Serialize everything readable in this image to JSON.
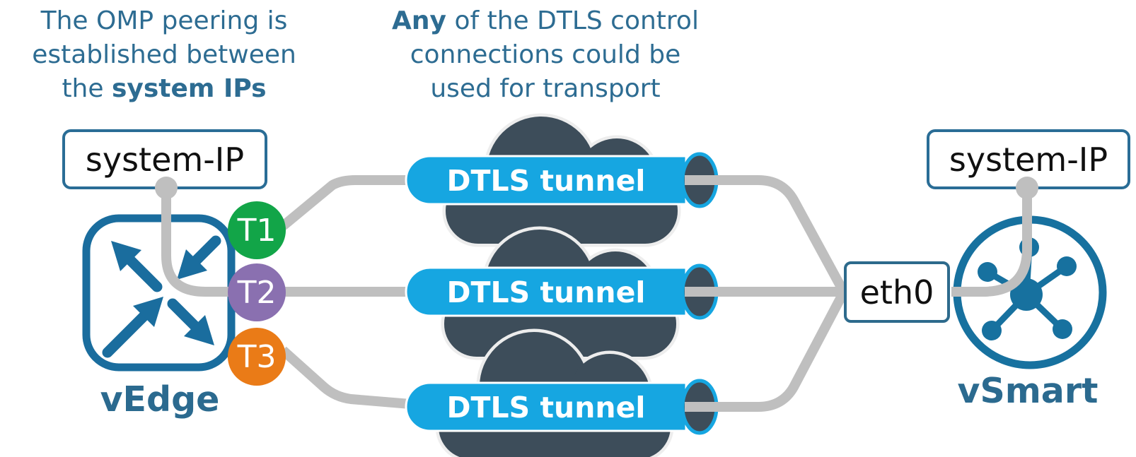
{
  "annotations": {
    "left": {
      "line1": "The OMP peering is",
      "line2": "established between",
      "line3_pre": "the ",
      "line3_bold": "system IPs"
    },
    "middle": {
      "line1_bold": "Any",
      "line1_rest": " of the DTLS control",
      "line2": "connections could be",
      "line3": "used for transport"
    }
  },
  "vedge": {
    "name": "vEdge",
    "system_ip_label": "system-IP",
    "tunnel_ports": [
      {
        "id": "T1",
        "color": "#12a548"
      },
      {
        "id": "T2",
        "color": "#8a70b0"
      },
      {
        "id": "T3",
        "color": "#ea7b17"
      }
    ]
  },
  "tunnels": [
    {
      "label": "DTLS tunnel"
    },
    {
      "label": "DTLS tunnel"
    },
    {
      "label": "DTLS tunnel"
    }
  ],
  "vsmart": {
    "name": "vSmart",
    "system_ip_label": "system-IP",
    "interface_label": "eth0"
  },
  "icons": [
    "vedge-router-icon",
    "vsmart-controller-icon",
    "cloud-icon",
    "dtls-tunnel-pipe-icon"
  ],
  "colors": {
    "caption_text": "#2d6c92",
    "icon_blue": "#1a6d9e",
    "label_blue": "#2b6a8f",
    "tunnel_blue": "#16a6e1",
    "cloud_dark": "#3d4d5a",
    "connector_gray": "#bfbfbf",
    "t1_green": "#12a548",
    "t2_purple": "#8a70b0",
    "t3_orange": "#ea7b17",
    "box_border": "#2a6d96"
  }
}
